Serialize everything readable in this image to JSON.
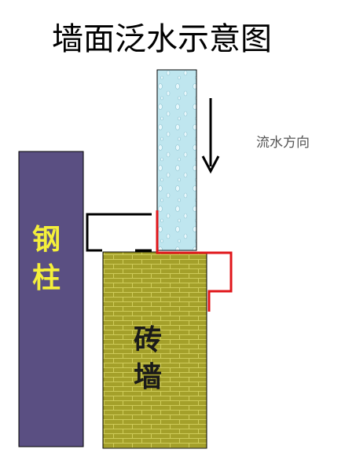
{
  "title": "墙面泛水示意图",
  "flow_direction_label": "流水方向",
  "steel_column": {
    "label": [
      "钢",
      "柱"
    ],
    "color": "#5a4f82",
    "text_color": "#f5f03a"
  },
  "brick_wall": {
    "label": [
      "砖",
      "墙"
    ],
    "color": "#a4a02a",
    "mortar_color": "#cfcc5a",
    "text_color": "#1a1a1a"
  },
  "water_panel": {
    "color": "#bfe6ef"
  },
  "flashing": {
    "color": "#e0161a"
  },
  "channel": {
    "color": "#000000"
  },
  "icons": {
    "arrow": "down-arrow-icon"
  }
}
